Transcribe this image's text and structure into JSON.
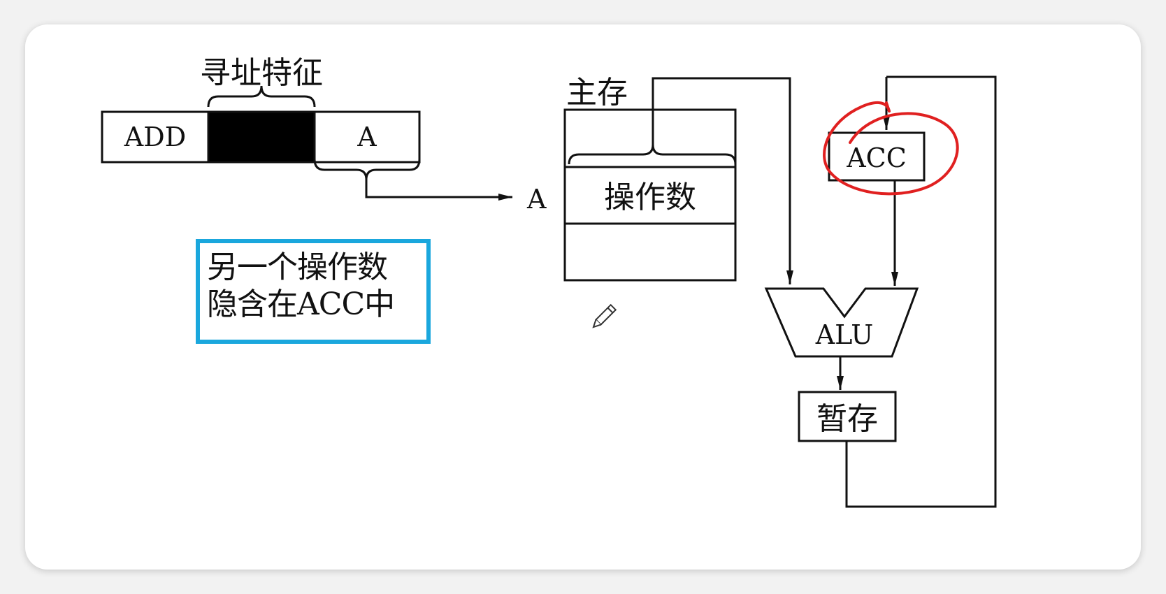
{
  "instruction": {
    "opcode": "ADD",
    "addressing_label": "寻址特征",
    "address_field": "A"
  },
  "memory": {
    "title": "主存",
    "address_label": "A",
    "cell_label": "操作数"
  },
  "cpu": {
    "acc_label": "ACC",
    "alu_label": "ALU",
    "temp_label": "暂存"
  },
  "note": {
    "line1": "另一个操作数",
    "line2": "隐含在ACC中"
  },
  "annotation_color": "#e02020",
  "note_border_color": "#1aa7dd",
  "icons": [
    "pencil-icon"
  ]
}
